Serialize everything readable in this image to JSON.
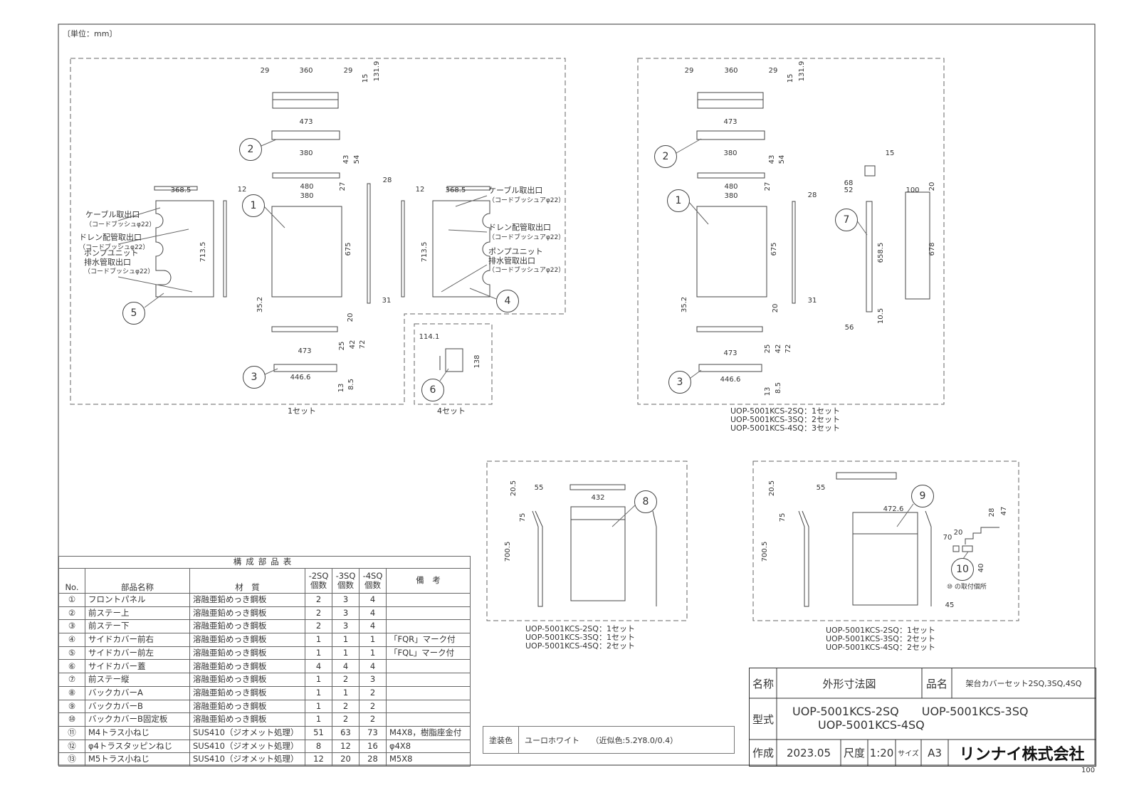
{
  "unit_label": "〔単位：mm〕",
  "page_number": "100",
  "callouts": {
    "c1": "1",
    "c2": "2",
    "c3": "3",
    "c4": "4",
    "c5": "5",
    "c6": "6",
    "c7": "7",
    "c8": "8",
    "c9": "9",
    "c10": "10"
  },
  "side_labels": {
    "cable_outlet": "ケーブル取出口",
    "cord_bush_l": "（コードブッシュφ22）",
    "drain_outlet": "ドレン配管取出口",
    "pump_unit": "ポンプユニット",
    "drain_pipe_outlet": "排水管取出口",
    "cord_bush_r": "（コードブッシュアφ22）",
    "fix_location": "⑩ の取付個所"
  },
  "set_notes": {
    "left": "1セット",
    "cover_lid": "4セット",
    "right_upper": [
      "UOP-5001KCS-2SQ：1セット",
      "UOP-5001KCS-3SQ：2セット",
      "UOP-5001KCS-4SQ：3セット"
    ],
    "back_a": [
      "UOP-5001KCS-2SQ：1セット",
      "UOP-5001KCS-3SQ：1セット",
      "UOP-5001KCS-4SQ：2セット"
    ],
    "back_b": [
      "UOP-5001KCS-2SQ：1セット",
      "UOP-5001KCS-3SQ：2セット",
      "UOP-5001KCS-4SQ：2セット"
    ]
  },
  "dims": [
    "29",
    "360",
    "29",
    "15",
    "131.9",
    "473",
    "380",
    "43",
    "54",
    "368.5",
    "12",
    "480",
    "380",
    "27",
    "28",
    "713.5",
    "675",
    "12",
    "368.5",
    "713.5",
    "31",
    "20",
    "35.2",
    "473",
    "446.6",
    "25",
    "42",
    "72",
    "13",
    "8.5",
    "114.1",
    "138",
    "29",
    "360",
    "29",
    "15",
    "131.9",
    "473",
    "380",
    "43",
    "54",
    "15",
    "480",
    "380",
    "27",
    "28",
    "68",
    "52",
    "100",
    "20",
    "675",
    "658.5",
    "678",
    "31",
    "20",
    "35.2",
    "56",
    "10.5",
    "473",
    "446.6",
    "25",
    "42",
    "72",
    "13",
    "8.5",
    "20.5",
    "55",
    "432",
    "75",
    "700.5",
    "20.5",
    "55",
    "472.6",
    "75",
    "700.5",
    "28",
    "47",
    "70",
    "20",
    "40",
    "45"
  ],
  "parts_table": {
    "title": "構成部品表",
    "headers": {
      "no": "No.",
      "name": "部品名称",
      "material": "材　質",
      "q2": "-2SQ\n個数",
      "q3": "-3SQ\n個数",
      "q4": "-4SQ\n個数",
      "note": "備　考"
    },
    "rows": [
      {
        "no": "①",
        "name": "フロントパネル",
        "material": "溶融亜鉛めっき鋼板",
        "q2": "2",
        "q3": "3",
        "q4": "4",
        "note": ""
      },
      {
        "no": "②",
        "name": "前ステー上",
        "material": "溶融亜鉛めっき鋼板",
        "q2": "2",
        "q3": "3",
        "q4": "4",
        "note": ""
      },
      {
        "no": "③",
        "name": "前ステー下",
        "material": "溶融亜鉛めっき鋼板",
        "q2": "2",
        "q3": "3",
        "q4": "4",
        "note": ""
      },
      {
        "no": "④",
        "name": "サイドカバー前右",
        "material": "溶融亜鉛めっき鋼板",
        "q2": "1",
        "q3": "1",
        "q4": "1",
        "note": "「FQR」マーク付"
      },
      {
        "no": "⑤",
        "name": "サイドカバー前左",
        "material": "溶融亜鉛めっき鋼板",
        "q2": "1",
        "q3": "1",
        "q4": "1",
        "note": "「FQL」マーク付"
      },
      {
        "no": "⑥",
        "name": "サイドカバー蓋",
        "material": "溶融亜鉛めっき鋼板",
        "q2": "4",
        "q3": "4",
        "q4": "4",
        "note": ""
      },
      {
        "no": "⑦",
        "name": "前ステー縦",
        "material": "溶融亜鉛めっき鋼板",
        "q2": "1",
        "q3": "2",
        "q4": "3",
        "note": ""
      },
      {
        "no": "⑧",
        "name": "バックカバーA",
        "material": "溶融亜鉛めっき鋼板",
        "q2": "1",
        "q3": "1",
        "q4": "2",
        "note": ""
      },
      {
        "no": "⑨",
        "name": "バックカバーB",
        "material": "溶融亜鉛めっき鋼板",
        "q2": "1",
        "q3": "2",
        "q4": "2",
        "note": ""
      },
      {
        "no": "⑩",
        "name": "バックカバーB固定板",
        "material": "溶融亜鉛めっき鋼板",
        "q2": "1",
        "q3": "2",
        "q4": "2",
        "note": ""
      },
      {
        "no": "⑪",
        "name": "M4トラス小ねじ",
        "material": "SUS410（ジオメット処理）",
        "q2": "51",
        "q3": "63",
        "q4": "73",
        "note": "M4X8，樹脂座金付"
      },
      {
        "no": "⑫",
        "name": "φ4トラスタッピンねじ",
        "material": "SUS410（ジオメット処理）",
        "q2": "8",
        "q3": "12",
        "q4": "16",
        "note": "φ4X8"
      },
      {
        "no": "⑬",
        "name": "M5トラス小ねじ",
        "material": "SUS410（ジオメット処理）",
        "q2": "12",
        "q3": "20",
        "q4": "28",
        "note": "M5X8"
      }
    ]
  },
  "paint": {
    "label": "塗装色",
    "value": "ユーロホワイト　　（近似色:5.2Y8.0/0.4）"
  },
  "title_block": {
    "name_label": "名称",
    "name_value": "外形寸法図",
    "product_label": "品名",
    "product_value": "架台カバーセット2SQ,3SQ,4SQ",
    "model_label": "型式",
    "model_line1": "UOP-5001KCS-2SQ　　UOP-5001KCS-3SQ",
    "model_line2": "UOP-5001KCS-4SQ",
    "created_label": "作成",
    "created_value": "2023.05",
    "scale_label": "尺度",
    "scale_value": "1:20",
    "size_label": "サイズ",
    "size_value": "A3",
    "company": "リンナイ株式会社"
  }
}
